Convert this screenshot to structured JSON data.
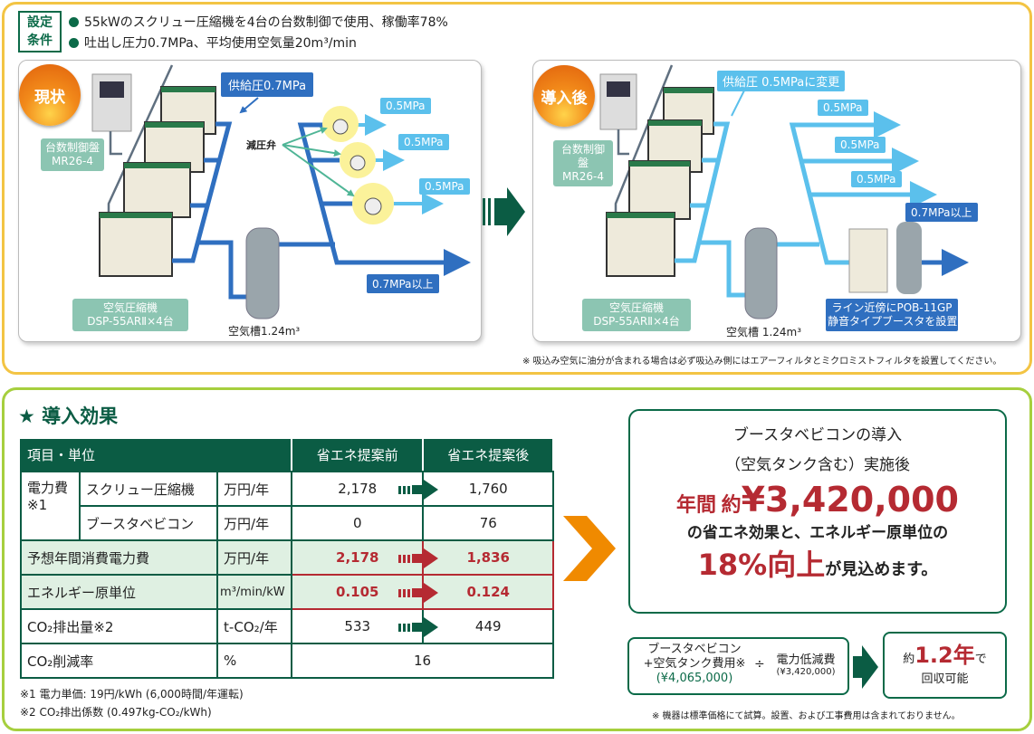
{
  "conditions": {
    "label": "設定条件",
    "label_line1": "設定",
    "label_line2": "条件",
    "items": [
      "55kWのスクリュー圧縮機を4台の台数制御で使用、稼働率78%",
      "吐出し圧力0.7MPa、平均使用空気量20m³/min"
    ]
  },
  "before": {
    "badge": "現状",
    "supply_pressure": "供給圧0.7MPa",
    "controller": [
      "台数制御盤",
      "MR26-4"
    ],
    "compressor": [
      "空気圧縮機",
      "DSP-55ARⅡ×4台"
    ],
    "tank": "空気槽1.24m³",
    "valve": "減圧弁",
    "outlets": [
      "0.5MPa",
      "0.5MPa",
      "0.5MPa",
      "0.7MPa以上"
    ]
  },
  "after": {
    "badge": "導入後",
    "supply_pressure": "供給圧 0.5MPaに変更",
    "controller": [
      "台数制御盤",
      "MR26-4"
    ],
    "compressor": [
      "空気圧縮機",
      "DSP-55ARⅡ×4台"
    ],
    "tank": "空気槽 1.24m³",
    "outlets": [
      "0.5MPa",
      "0.5MPa",
      "0.5MPa",
      "0.7MPa以上"
    ],
    "booster": [
      "ライン近傍にPOB-11GP",
      "静音タイプブースタを設置※"
    ]
  },
  "top_footnote": "※ 吸込み空気に油分が含まれる場合は必ず吸込み側にはエアーフィルタとミクロミストフィルタを設置してください。",
  "effect": {
    "title": "★ 導入効果",
    "table": {
      "headers": [
        "項目・単位",
        "省エネ提案前",
        "省エネ提案後"
      ],
      "group": "電力費※1",
      "rows": [
        {
          "name": "スクリュー圧縮機",
          "unit": "万円/年",
          "before": "2,178",
          "after": "1,760"
        },
        {
          "name": "ブースタベビコン",
          "unit": "万円/年",
          "before": "0",
          "after": "76"
        },
        {
          "name": "予想年間消費電力費",
          "unit": "万円/年",
          "before": "2,178",
          "after": "1,836"
        },
        {
          "name": "エネルギー原単位",
          "unit": "m³/min/kW",
          "before": "0.105",
          "after": "0.124"
        },
        {
          "name": "CO₂排出量※2",
          "unit": "t-CO₂/年",
          "before": "533",
          "after": "449"
        },
        {
          "name": "CO₂削減率",
          "unit": "%",
          "value": "16"
        }
      ]
    },
    "footnotes": [
      "※1 電力単価: 19円/kWh (6,000時間/年運転)",
      "※2 CO₂排出係数 (0.497kg-CO₂/kWh)"
    ],
    "result": {
      "line1": "ブースタベビコンの導入",
      "line2": "（空気タンク含む）実施後",
      "annual": "年間",
      "approx": "約",
      "amount": "¥3,420,000",
      "line4": "の省エネ効果と、エネルギー原単位の",
      "percent": "18%向上",
      "line5": "が見込めます。"
    },
    "payback": {
      "cost_line1": "ブースタベビコン",
      "cost_line2": "+空気タンク費用※",
      "cost_value": "(¥4,065,000)",
      "divide": "÷",
      "saving_label": "電力低減費",
      "saving_value": "(¥3,420,000)",
      "approx": "約",
      "years": "1.2年",
      "de": "で",
      "recover": "回収可能"
    },
    "bottom_footnote": "※ 機器は標準価格にて試算。設置、および工事費用は含まれておりません。"
  },
  "colors": {
    "green": "#0b5c44",
    "red": "#b52a32",
    "orange": "#f08a00",
    "pipe_dark": "#2f6fc0",
    "pipe_light": "#5bc0ec"
  }
}
